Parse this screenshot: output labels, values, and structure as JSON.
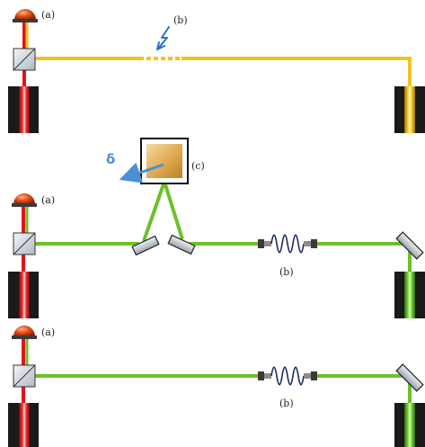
{
  "labels": {
    "top_source": "(a)",
    "top_perturbation": "(b)",
    "middle_source": "(a)",
    "middle_fiber": "(b)",
    "middle_stage": "(c)",
    "middle_delta": "δ",
    "bottom_source": "(a)",
    "bottom_fiber": "(b)"
  },
  "colors": {
    "red_beam": "#e3121b",
    "yellow_beam": "#f4c21d",
    "green_beam": "#6cc12a",
    "delta_arrow": "#4a8fd6",
    "fiber_coil": "#1d2a5c",
    "detector_body": "#1a1a1a",
    "splitter_face": "#dde3ea",
    "stage_gold": "#e2b558"
  },
  "icons": {
    "source": "red-dome-light-icon",
    "splitter": "beam-splitter-cube-icon",
    "detector": "detector-block-icon",
    "perturbation": "lightning-bolt-icon",
    "mirror": "mirror-icon",
    "fiber": "fiber-coil-icon",
    "stage": "translation-stage-icon"
  }
}
